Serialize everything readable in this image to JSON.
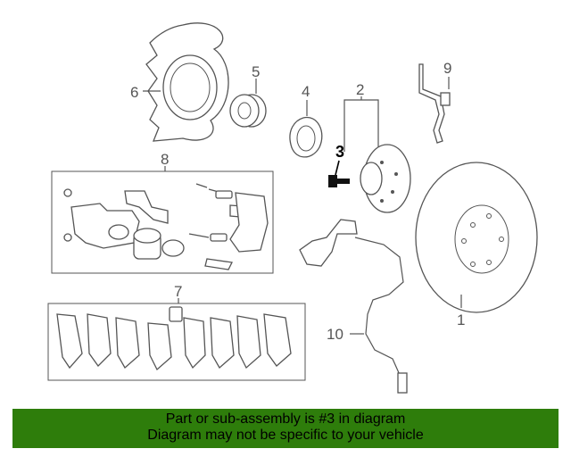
{
  "diagram": {
    "callouts": [
      "1",
      "2",
      "3",
      "4",
      "5",
      "6",
      "7",
      "8",
      "9",
      "10"
    ],
    "highlighted_callout": "3"
  },
  "caption": {
    "line1": "Part or sub-assembly is #3 in diagram",
    "line2": "Diagram may not be specific to your vehicle"
  },
  "colors": {
    "caption_background": "#2e7d0b",
    "line_art": "#555555",
    "highlight_part": "#111111"
  }
}
